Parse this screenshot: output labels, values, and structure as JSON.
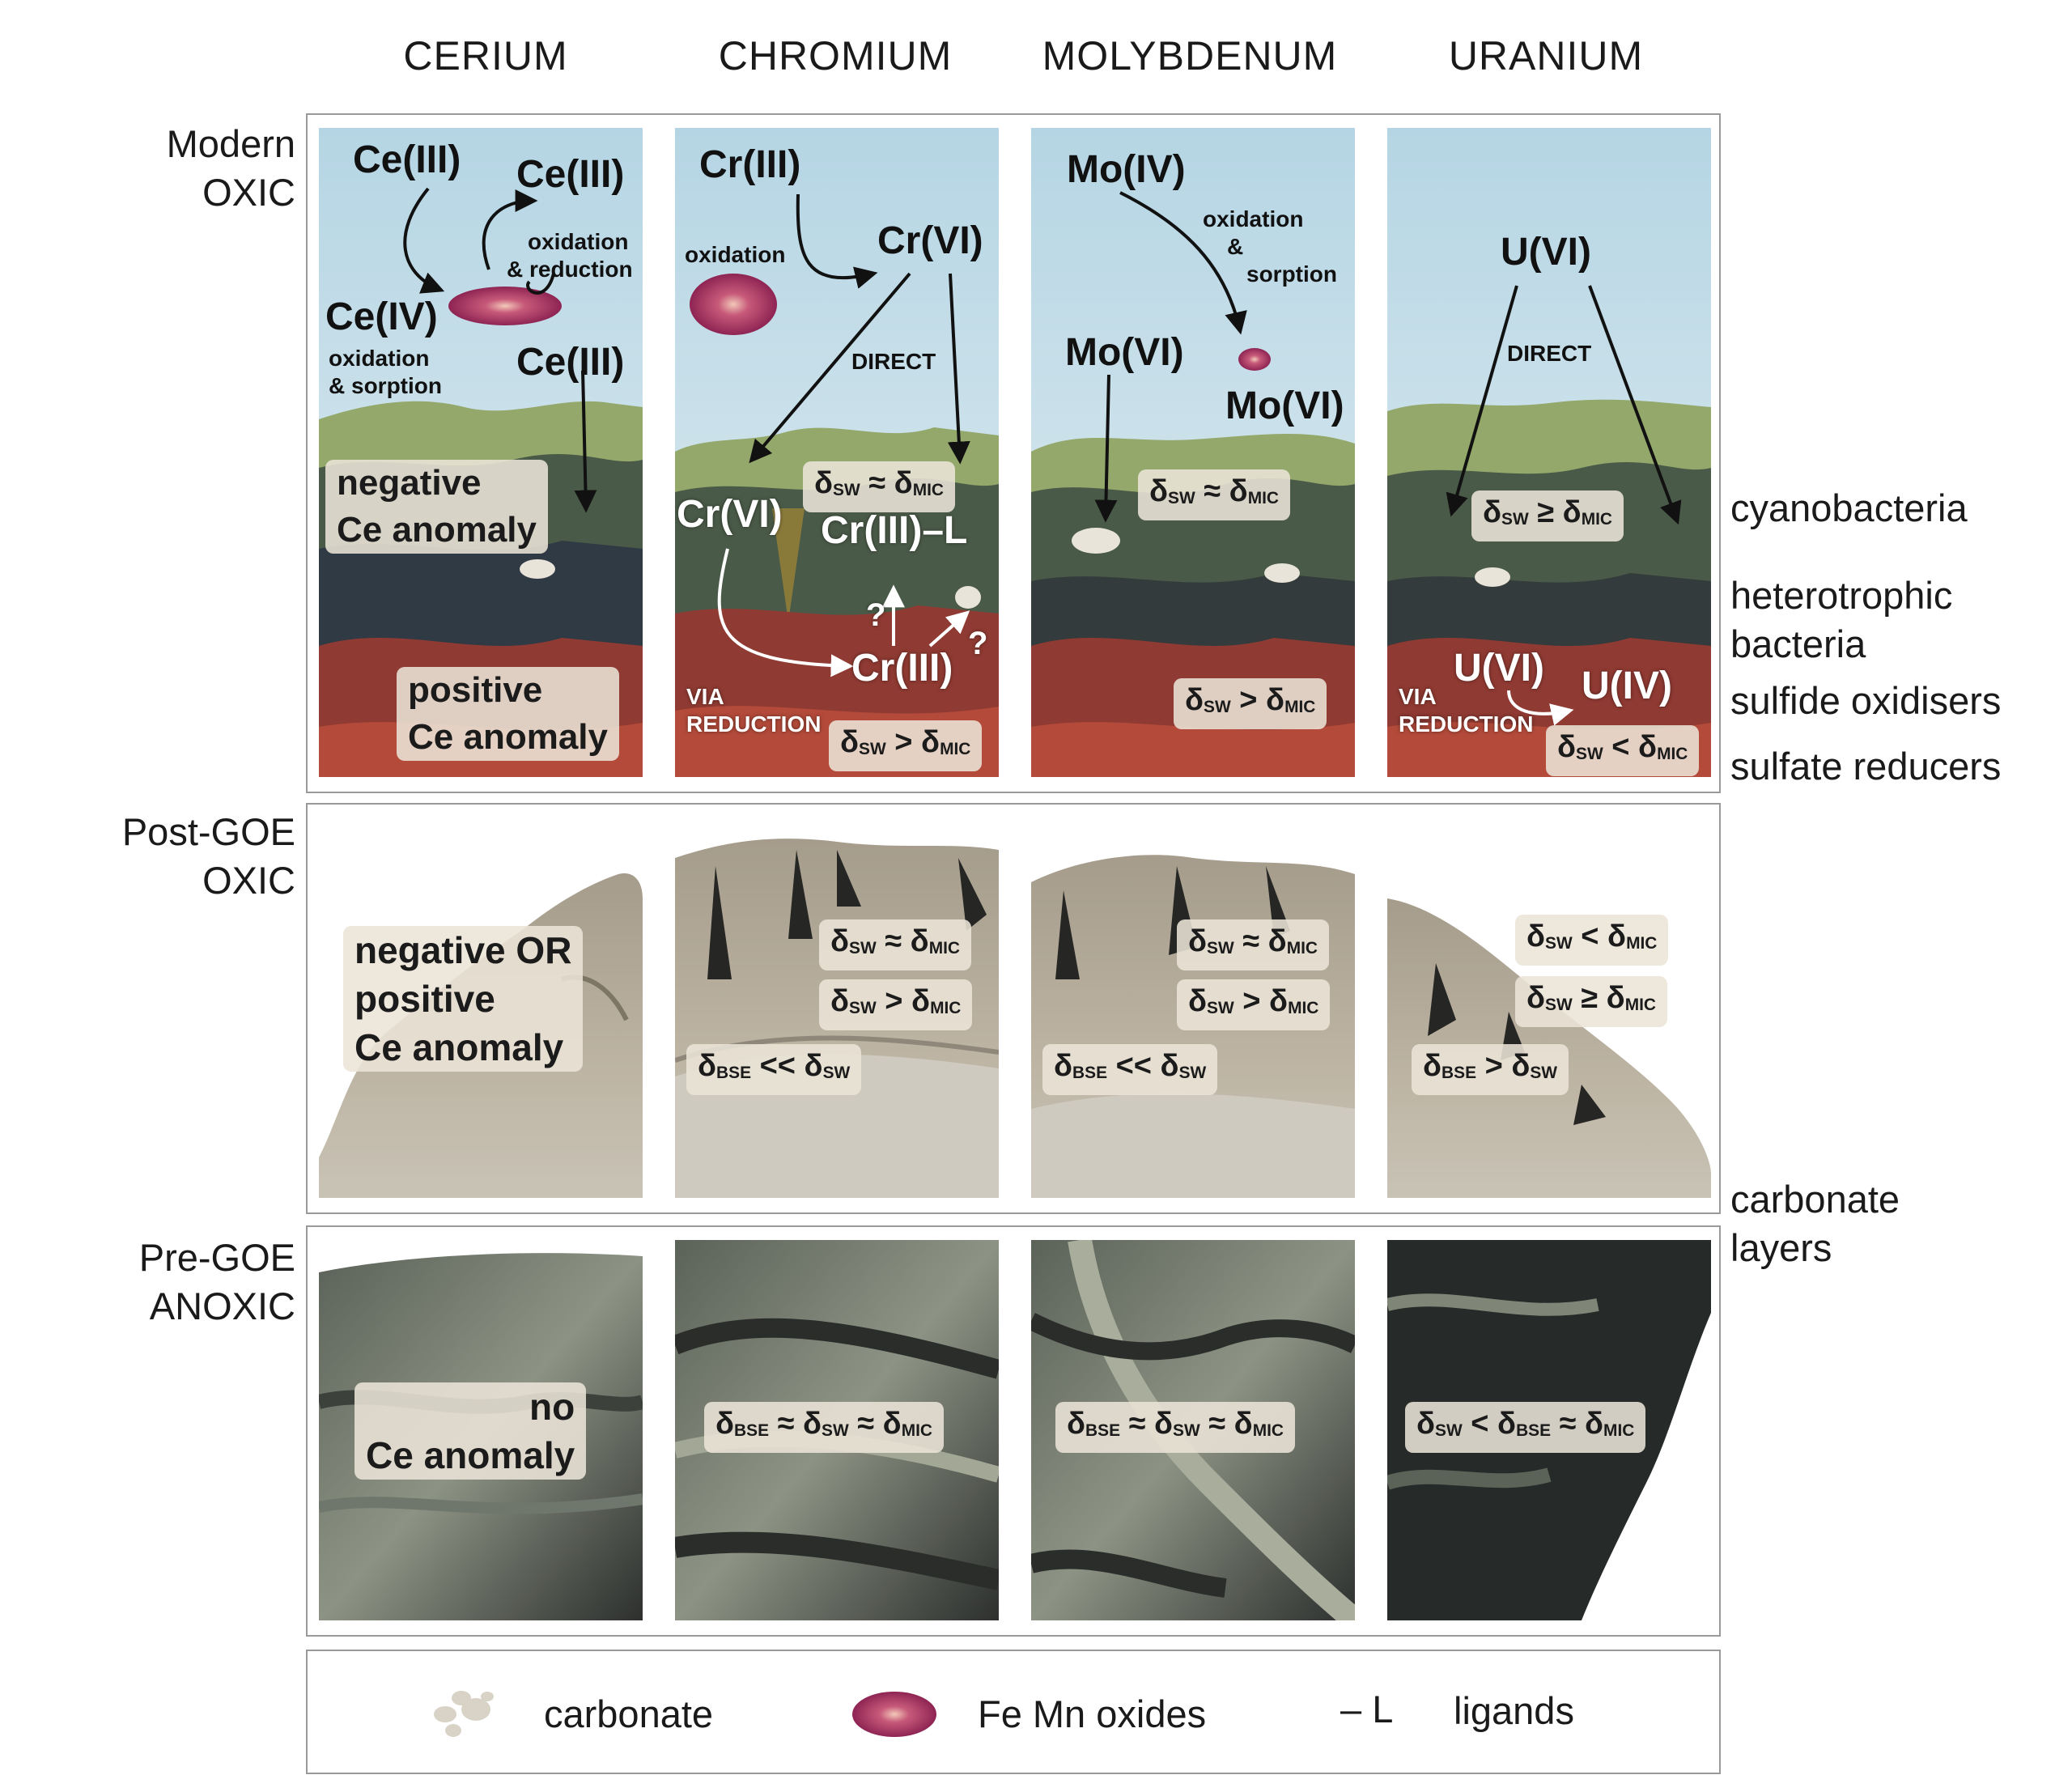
{
  "columns": [
    "CERIUM",
    "CHROMIUM",
    "MOLYBDENUM",
    "URANIUM"
  ],
  "rows": {
    "modern": [
      "Modern",
      "OXIC"
    ],
    "post_goe": [
      "Post-GOE",
      "OXIC"
    ],
    "pre_goe": [
      "Pre-GOE",
      "ANOXIC"
    ]
  },
  "side_labels": {
    "cyanobacteria": "cyanobacteria",
    "heterotrophic": [
      "heterotrophic",
      "bacteria"
    ],
    "sulfide": "sulfide oxidisers",
    "sulfate": "sulfate reducers",
    "carbonate_layers": [
      "carbonate",
      "layers"
    ]
  },
  "modern": {
    "cerium": {
      "ce3_top": "Ce(III)",
      "ce3_right": "Ce(III)",
      "ox_red": [
        "oxidation",
        "& reduction"
      ],
      "ce4": "Ce(IV)",
      "ox_sorp": [
        "oxidation",
        "& sorption"
      ],
      "ce3_mid": "Ce(III)",
      "neg": [
        "negative",
        "Ce anomaly"
      ],
      "pos": [
        "positive",
        "Ce anomaly"
      ]
    },
    "chromium": {
      "cr3_top": "Cr(III)",
      "oxidation": "oxidation",
      "cr6": "Cr(VI)",
      "direct": "DIRECT",
      "approx": "δSW ≈ δMIC",
      "cr6_low": "Cr(VI)",
      "cr3_l": "Cr(III)–L",
      "q1": "?",
      "q2": "?",
      "cr3_low": "Cr(III)",
      "via": [
        "VIA",
        "REDUCTION"
      ],
      "gt": "δSW > δMIC"
    },
    "molybdenum": {
      "mo4": "Mo(IV)",
      "ox_sorp": [
        "oxidation",
        "&",
        "sorption"
      ],
      "mo6_left": "Mo(VI)",
      "mo6_right": "Mo(VI)",
      "approx": "δSW ≈ δMIC",
      "gt": "δSW > δMIC"
    },
    "uranium": {
      "u6": "U(VI)",
      "direct": "DIRECT",
      "ge": "δSW ≥ δMIC",
      "u6_low": "U(VI)",
      "u4": "U(IV)",
      "via": [
        "VIA",
        "REDUCTION"
      ],
      "lt": "δSW < δMIC"
    }
  },
  "post_goe": {
    "cerium": [
      "negative OR",
      "positive",
      "Ce anomaly"
    ],
    "chromium": [
      "δSW ≈ δMIC",
      "δSW > δMIC",
      "δBSE << δSW"
    ],
    "molybdenum": [
      "δSW ≈ δMIC",
      "δSW > δMIC",
      "δBSE << δSW"
    ],
    "uranium": [
      "δSW < δMIC",
      "δSW ≥ δMIC",
      "δBSE > δSW"
    ]
  },
  "pre_goe": {
    "cerium": [
      "no",
      "Ce anomaly"
    ],
    "chromium": "δBSE ≈ δSW ≈ δMIC",
    "molybdenum": "δBSE ≈ δSW ≈ δMIC",
    "uranium": "δSW < δBSE ≈ δMIC"
  },
  "legend": {
    "carbonate": "carbonate",
    "oxides": "Fe Mn oxides",
    "ligand_symbol": "– L",
    "ligands": "ligands"
  },
  "colors": {
    "water": "#cfe3ec",
    "mat_green": "#7f9a55",
    "mat_dark": "#333d45",
    "mat_red": "#9c3a33",
    "rock_light": "#b3aa98",
    "rock_dark": "#2f3331",
    "oxide": "#a0305c"
  }
}
